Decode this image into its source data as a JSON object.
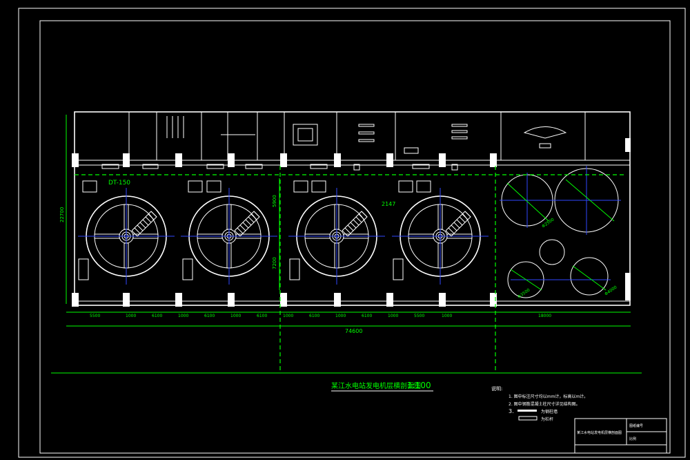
{
  "drawing": {
    "title": "某江水电站发电机层横剖面图",
    "scale": "1:100",
    "generator_label": "DT-150",
    "overall_width_dim": "74600",
    "overall_height_dim": "22700",
    "lower_height_dim": "7200",
    "upper_height_dim": "5900",
    "bottom_dims": [
      "5500",
      "1000",
      "6100",
      "1000",
      "6100",
      "1000",
      "6100",
      "1000",
      "6100",
      "1000",
      "6100",
      "1000",
      "5500",
      "1000",
      "18000"
    ],
    "mid_mark": "2147",
    "bay_dims": [
      "Φ2500",
      "Φ3500",
      "Φ4000"
    ],
    "notes_header": "说明:",
    "notes": [
      "1. 图中标注尺寸均以mm计，标高以m计。",
      "2. 图中钢筋混凝土柱尺寸详见结构图。",
      "3."
    ],
    "legend": [
      "为钢柱墙",
      "为栏杆"
    ],
    "title_block": [
      "某江水电站发电机层横剖面图",
      "图纸编号",
      "比例"
    ]
  },
  "colors": {
    "background": "#000000",
    "walls": "#ffffff",
    "annotation": "#00ff00",
    "center_lines": "#2f47ff"
  }
}
